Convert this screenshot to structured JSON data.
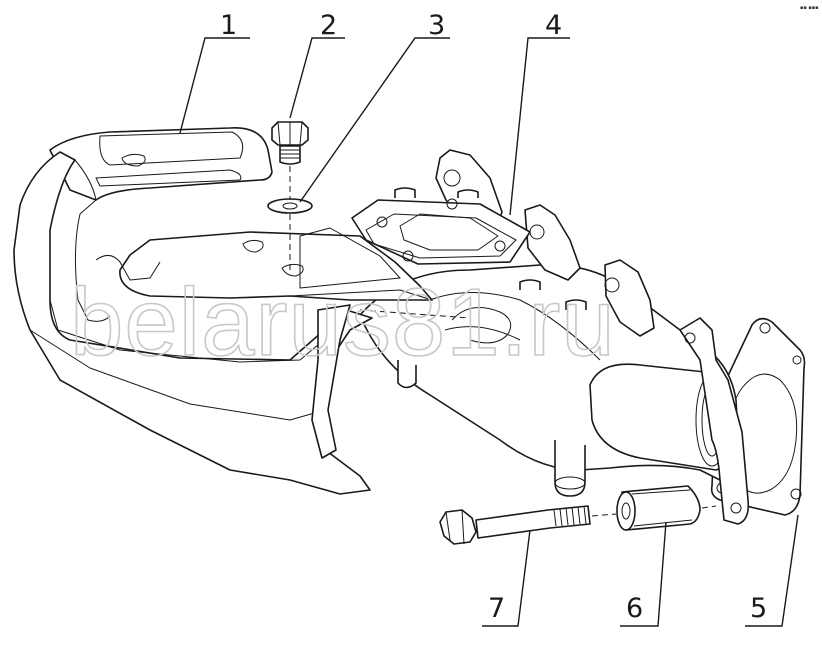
{
  "watermark": "belarus81.ru",
  "corner_mark": "▪▪ ▪▪▪",
  "callouts": [
    {
      "id": "callout-1",
      "label": "1",
      "part": "heat-shield"
    },
    {
      "id": "callout-2",
      "label": "2",
      "part": "bolt"
    },
    {
      "id": "callout-3",
      "label": "3",
      "part": "washer"
    },
    {
      "id": "callout-4",
      "label": "4",
      "part": "exhaust-manifold"
    },
    {
      "id": "callout-5",
      "label": "5",
      "part": "gasket"
    },
    {
      "id": "callout-6",
      "label": "6",
      "part": "spacer-sleeve"
    },
    {
      "id": "callout-7",
      "label": "7",
      "part": "long-bolt"
    }
  ]
}
